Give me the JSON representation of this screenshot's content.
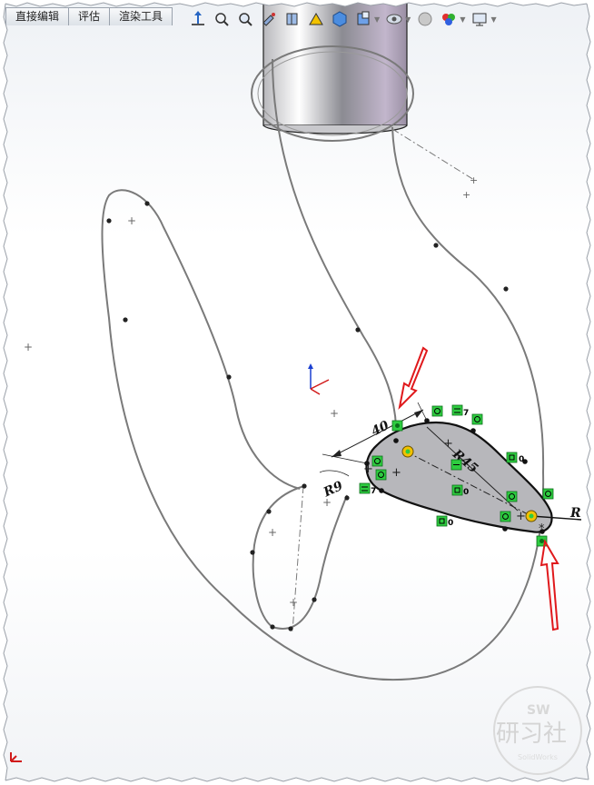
{
  "tabs": [
    {
      "label": "直接编辑"
    },
    {
      "label": "评估"
    },
    {
      "label": "渲染工具"
    }
  ],
  "toolbar": {
    "icons": [
      "normal-to-icon",
      "zoom-to-fit-icon",
      "zoom-area-icon",
      "previous-view-icon",
      "section-view-icon",
      "dynamic-annotation-icon",
      "view-orientation-icon",
      "display-style-icon",
      "hide-show-icon",
      "edit-appearance-icon",
      "scene-icon",
      "view-settings-icon"
    ]
  },
  "sketch": {
    "dimensions": {
      "width": "40",
      "radius_large": "R45",
      "radius_small": "R9",
      "radius_right": "R"
    },
    "relation_counts": {
      "equal_top": "7",
      "equal_left": "7",
      "fixed_a": "0",
      "fixed_b": "0",
      "fixed_c": "0"
    }
  },
  "watermark": {
    "brand": "SW",
    "text": "研习社",
    "sub": "SolidWorks"
  },
  "colors": {
    "sketch_line": "#7a7a7a",
    "profile_fill": "#b7b7bb",
    "relation_green": "#2ecc40",
    "arrow_red": "#e0191c",
    "axis_blue": "#1a3fd1"
  }
}
